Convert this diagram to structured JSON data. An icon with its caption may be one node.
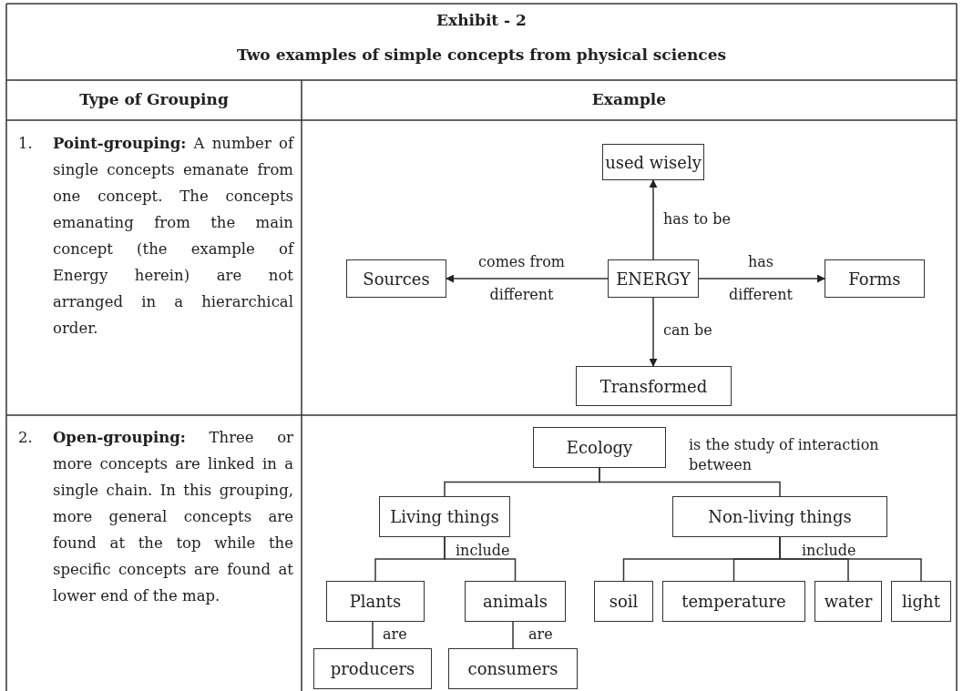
{
  "diagram": {
    "title": "Exhibit - 2",
    "nodes": [
      {
        "text": [
          "used wisely"
        ]
      },
      {
        "text": [
          "Sources"
        ]
      },
      {
        "text": [
          "ENERGY"
        ]
      },
      {
        "text": [
          "Forms"
        ]
      },
      {
        "text": [
          "Transformed"
        ]
      },
      {
        "text": [
          "Ecology"
        ]
      },
      {
        "text": [
          "Living things"
        ]
      },
      {
        "text": [
          "Non-living things"
        ]
      },
      {
        "text": [
          "Plants"
        ]
      },
      {
        "text": [
          "animals"
        ]
      },
      {
        "text": [
          "soil"
        ]
      },
      {
        "text": [
          "temperature"
        ]
      },
      {
        "text": [
          "water"
        ]
      },
      {
        "text": [
          "light"
        ]
      },
      {
        "text": [
          "producers"
        ]
      },
      {
        "text": [
          "consumers"
        ]
      }
    ],
    "edges": [
      {
        "from": 2,
        "to": 0,
        "arrow": "to",
        "label": "has to be"
      },
      {
        "from": 2,
        "to": 1,
        "arrow": "to",
        "label": "comes from different"
      },
      {
        "from": 2,
        "to": 3,
        "arrow": "to",
        "label": "has different"
      },
      {
        "from": 2,
        "to": 4,
        "arrow": "to",
        "label": "can be"
      },
      {
        "from": 5,
        "to": 6,
        "arrow": "none"
      },
      {
        "from": 5,
        "to": 7,
        "arrow": "none",
        "label": "is the study of interaction between"
      },
      {
        "from": 6,
        "to": 8,
        "arrow": "none"
      },
      {
        "from": 6,
        "to": 9,
        "arrow": "none",
        "label": "include"
      },
      {
        "from": 7,
        "to": 10,
        "arrow": "none"
      },
      {
        "from": 7,
        "to": 11,
        "arrow": "none"
      },
      {
        "from": 7,
        "to": 12,
        "arrow": "none",
        "label": "include"
      },
      {
        "from": 7,
        "to": 13,
        "arrow": "none"
      },
      {
        "from": 8,
        "to": 14,
        "arrow": "none",
        "label": "are"
      },
      {
        "from": 9,
        "to": 15,
        "arrow": "none",
        "label": "are"
      }
    ],
    "labels": [
      "Two examples of simple concepts from physical sciences",
      "Type of Grouping",
      "Example",
      "1.",
      "**Point-grouping:** A number of single concepts emanate from one concept. The concepts emanating from the main concept (the example of Energy herein) are not arranged in a hierarchical order.",
      "2.",
      "**Open-grouping:** Three or more concepts are linked in a single chain. In this grouping, more general concepts are found at the top while the specific concepts are found at lower end of the map."
    ]
  }
}
